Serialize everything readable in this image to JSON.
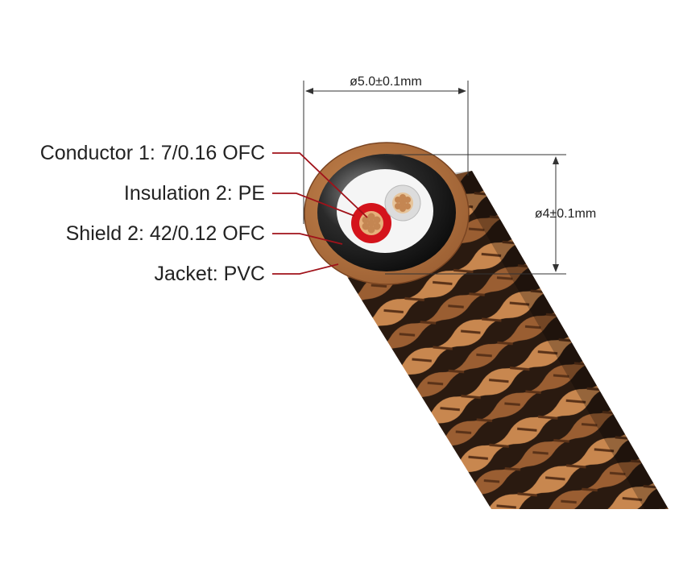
{
  "dimensions": {
    "outer_diameter": "ø5.0±0.1mm",
    "inner_diameter": "ø4±0.1mm"
  },
  "callouts": [
    {
      "label": "Conductor 1: 7/0.16 OFC"
    },
    {
      "label": "Insulation 2: PE"
    },
    {
      "label": "Shield 2: 42/0.12 OFC"
    },
    {
      "label": "Jacket: PVC"
    }
  ],
  "colors": {
    "leader_line": "#a0121a",
    "jacket_copper": "#b47441",
    "braid_dark": "#2a1a10",
    "braid_light": "#c8874f",
    "shield_dark": "#1a1a1a",
    "insulation_red": "#d4141c",
    "insulation_white": "#e8e8e8",
    "conductor_gold": "#d9a46a"
  }
}
